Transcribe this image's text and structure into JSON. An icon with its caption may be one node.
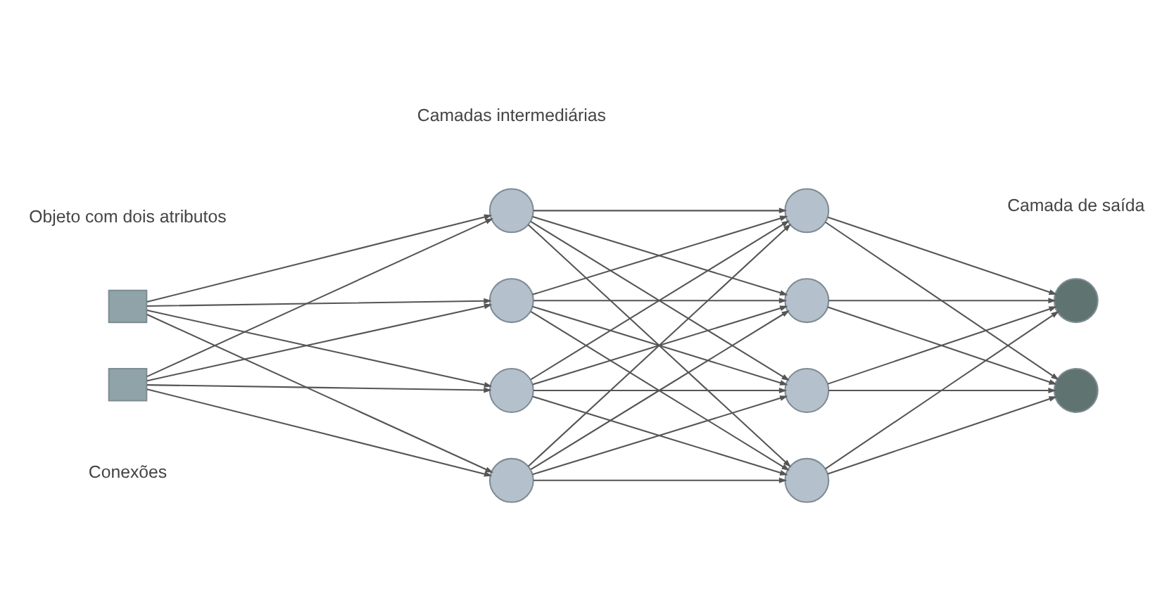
{
  "diagram": {
    "nodes": [
      {
        "text": [],
        "shape": "box"
      },
      {
        "text": [],
        "shape": "box"
      },
      {
        "text": [],
        "shape": "circle"
      },
      {
        "text": [],
        "shape": "circle"
      },
      {
        "text": [],
        "shape": "circle"
      },
      {
        "text": [],
        "shape": "circle"
      },
      {
        "text": [],
        "shape": "circle"
      },
      {
        "text": [],
        "shape": "circle"
      },
      {
        "text": [],
        "shape": "circle"
      },
      {
        "text": [],
        "shape": "circle"
      },
      {
        "text": [],
        "shape": "circle"
      },
      {
        "text": [],
        "shape": "circle"
      }
    ],
    "edges": [
      {
        "from": 0,
        "to": 2,
        "arrow": "to"
      },
      {
        "from": 0,
        "to": 3,
        "arrow": "to"
      },
      {
        "from": 0,
        "to": 4,
        "arrow": "to"
      },
      {
        "from": 0,
        "to": 5,
        "arrow": "to"
      },
      {
        "from": 1,
        "to": 2,
        "arrow": "to"
      },
      {
        "from": 1,
        "to": 3,
        "arrow": "to"
      },
      {
        "from": 1,
        "to": 4,
        "arrow": "to"
      },
      {
        "from": 1,
        "to": 5,
        "arrow": "to"
      },
      {
        "from": 2,
        "to": 6,
        "arrow": "to"
      },
      {
        "from": 2,
        "to": 7,
        "arrow": "to"
      },
      {
        "from": 2,
        "to": 8,
        "arrow": "to"
      },
      {
        "from": 2,
        "to": 9,
        "arrow": "to"
      },
      {
        "from": 3,
        "to": 6,
        "arrow": "to"
      },
      {
        "from": 3,
        "to": 7,
        "arrow": "to"
      },
      {
        "from": 3,
        "to": 8,
        "arrow": "to"
      },
      {
        "from": 3,
        "to": 9,
        "arrow": "to"
      },
      {
        "from": 4,
        "to": 6,
        "arrow": "to"
      },
      {
        "from": 4,
        "to": 7,
        "arrow": "to"
      },
      {
        "from": 4,
        "to": 8,
        "arrow": "to"
      },
      {
        "from": 4,
        "to": 9,
        "arrow": "to"
      },
      {
        "from": 5,
        "to": 6,
        "arrow": "to"
      },
      {
        "from": 5,
        "to": 7,
        "arrow": "to"
      },
      {
        "from": 5,
        "to": 8,
        "arrow": "to"
      },
      {
        "from": 5,
        "to": 9,
        "arrow": "to"
      },
      {
        "from": 6,
        "to": 10,
        "arrow": "to"
      },
      {
        "from": 6,
        "to": 11,
        "arrow": "to"
      },
      {
        "from": 7,
        "to": 10,
        "arrow": "to"
      },
      {
        "from": 7,
        "to": 11,
        "arrow": "to"
      },
      {
        "from": 8,
        "to": 10,
        "arrow": "to"
      },
      {
        "from": 8,
        "to": 11,
        "arrow": "to"
      },
      {
        "from": 9,
        "to": 10,
        "arrow": "to"
      },
      {
        "from": 9,
        "to": 11,
        "arrow": "to"
      }
    ],
    "labels": [
      "Camadas intermediárias",
      "Objeto com dois atributos",
      "Camada de saída",
      "Conexões"
    ]
  }
}
